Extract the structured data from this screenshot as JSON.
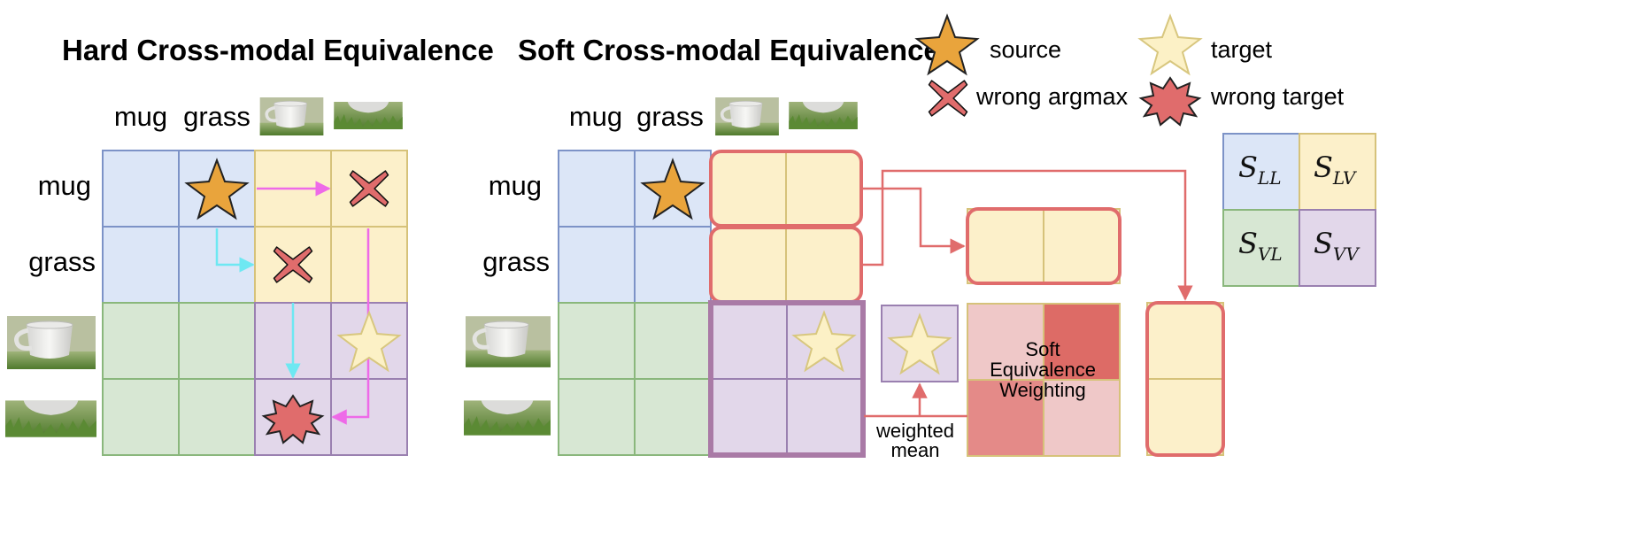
{
  "titles": {
    "hard": "Hard Cross-modal Equivalence",
    "soft": "Soft Cross-modal Equivalence"
  },
  "labels": {
    "mug": "mug",
    "grass": "grass"
  },
  "legend": {
    "source": "source",
    "target": "target",
    "wrong_argmax": "wrong argmax",
    "wrong_target": "wrong target"
  },
  "key": {
    "s": "S",
    "ll": "LL",
    "lv": "LV",
    "vl": "VL",
    "vv": "VV"
  },
  "soft": {
    "weighting_line1": "Soft",
    "weighting_line2": "Equivalence",
    "weighting_line3": "Weighting",
    "weighted": "weighted",
    "mean": "mean"
  },
  "colors": {
    "blue_fill": "#dce6f7",
    "blue_edge": "#7d93c7",
    "yellow_fill": "#fcf0ca",
    "yellow_edge": "#d6c27a",
    "green_fill": "#d7e7d3",
    "green_edge": "#8ab77c",
    "purple_fill": "#e2d7ea",
    "purple_edge": "#9a80b0",
    "red": "#e06c6c",
    "orange": "#e9a43c",
    "magenta": "#ee6ae8",
    "cyan": "#6ee8f2"
  }
}
